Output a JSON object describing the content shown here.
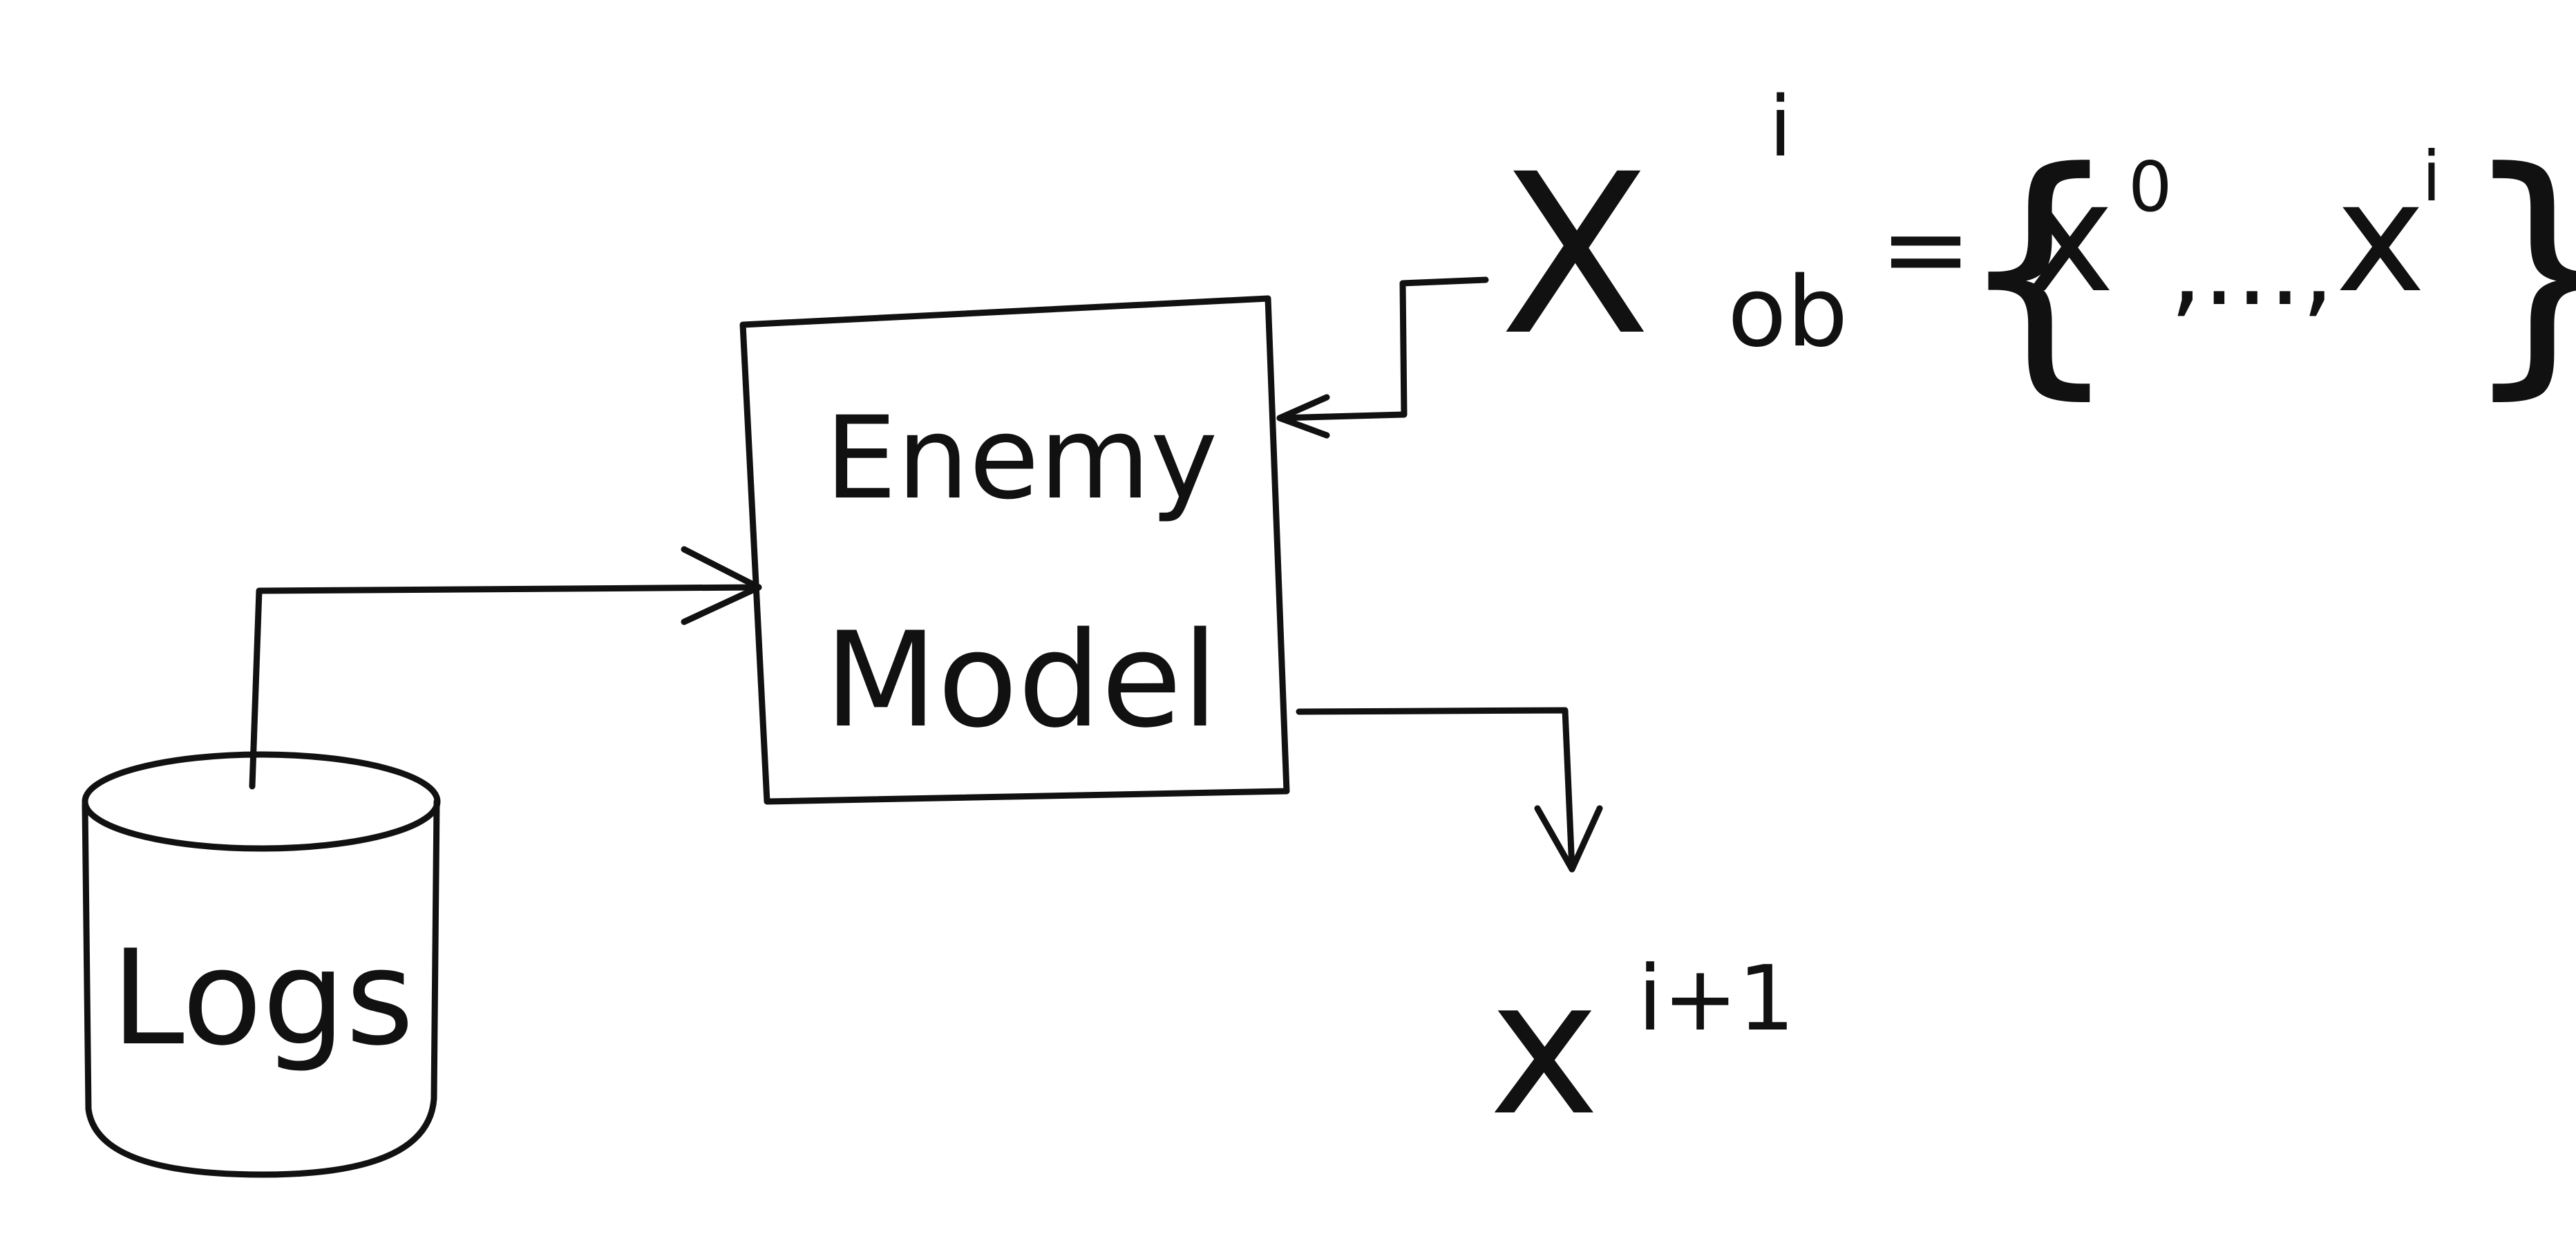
{
  "database": {
    "label": "Logs"
  },
  "model": {
    "line1": "Enemy",
    "line2": "Model"
  },
  "observations": {
    "symbol": "X",
    "subscript": "ob",
    "superscript": "i",
    "equals": "=",
    "open_brace": "{",
    "first_var": "x",
    "first_sup": "0",
    "ellipsis": ",...,",
    "last_var": "x",
    "last_sup": "i",
    "close_brace": "}"
  },
  "output": {
    "symbol": "x",
    "superscript": "i+1"
  },
  "colors": {
    "ink": "#111111",
    "paper": "#ffffff"
  }
}
